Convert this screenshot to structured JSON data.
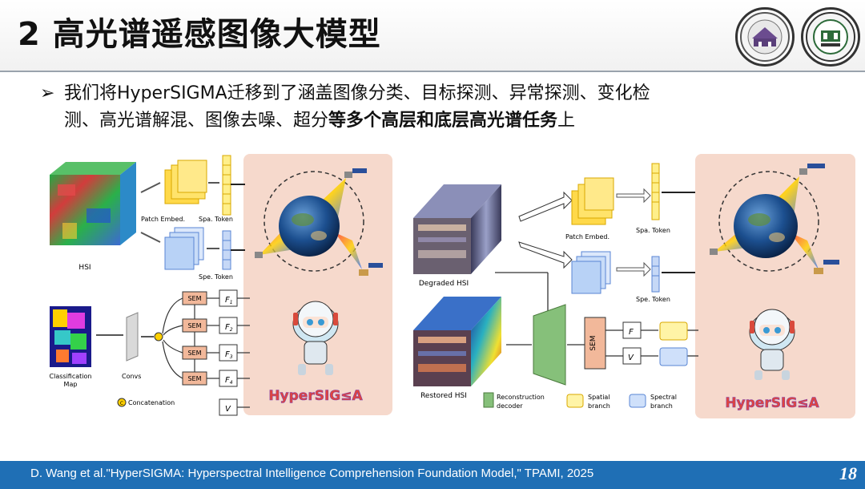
{
  "slide": {
    "title": "2 高光谱遥感图像大模型",
    "bullet": {
      "line1": "我们将HyperSIGMA迁移到了涵盖图像分类、目标探测、异常探测、变化检",
      "line2_normal": "测、高光谱解混、图像去噪、超分",
      "line2_bold": "等多个高层和底层高光谱任务",
      "line2_end": "上"
    },
    "footer": {
      "citation": "D. Wang et al.\"HyperSIGMA: Hyperspectral Intelligence Comprehension Foundation Model,\" TPAMI, 2025",
      "page": "18"
    }
  },
  "left_fig": {
    "hsi": "HSI",
    "patch_embed": "Patch Embed.",
    "spa_token": "Spa. Token",
    "spe_token": "Spe. Token",
    "class_map": "Classification",
    "class_map2": "Map",
    "convs": "Convs",
    "sem": "SEM",
    "f1": "F",
    "f2": "F",
    "f3": "F",
    "f4": "F",
    "s1": "1",
    "s2": "2",
    "s3": "3",
    "s4": "4",
    "v": "V",
    "concat_symbol": "C",
    "concat": "Concatenation",
    "brand": "HyperSIG≤A"
  },
  "right_fig": {
    "degraded": "Degraded HSI",
    "restored": "Restored HSI",
    "patch_embed": "Patch Embed.",
    "spa_token": "Spa. Token",
    "spe_token": "Spe. Token",
    "sem": "SEM",
    "f": "F",
    "v": "V",
    "legend_recon": "Reconstruction",
    "legend_recon2": "decoder",
    "legend_spatial": "Spatial",
    "legend_spatial2": "branch",
    "legend_spectral": "Spectral",
    "legend_spectral2": "branch",
    "brand": "HyperSIG≤A"
  }
}
